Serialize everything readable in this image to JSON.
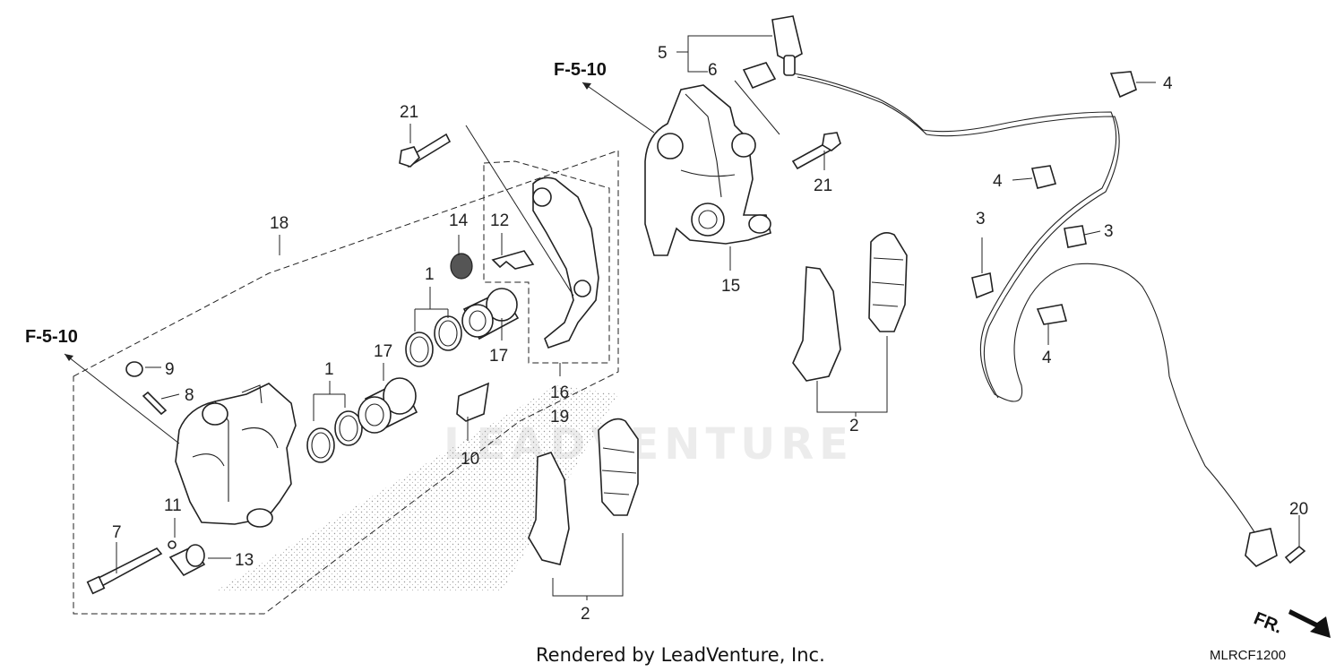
{
  "watermark": "LEADVENTURE",
  "reference_left": "F-5-10",
  "reference_top": "F-5-10",
  "front_arrow_label": "FR.",
  "footer_text": "Rendered by LeadVenture, Inc.",
  "diagram_code": "MLRCF1200",
  "callouts": {
    "c1a": "1",
    "c1b": "1",
    "c2a": "2",
    "c2b": "2",
    "c3a": "3",
    "c3b": "3",
    "c4a": "4",
    "c4b": "4",
    "c4c": "4",
    "c5": "5",
    "c6": "6",
    "c7": "7",
    "c8": "8",
    "c9": "9",
    "c10": "10",
    "c11": "11",
    "c12": "12",
    "c13": "13",
    "c14": "14",
    "c15": "15",
    "c16": "16",
    "c17a": "17",
    "c17b": "17",
    "c18": "18",
    "c19": "19",
    "c20": "20",
    "c21a": "21",
    "c21b": "21"
  }
}
